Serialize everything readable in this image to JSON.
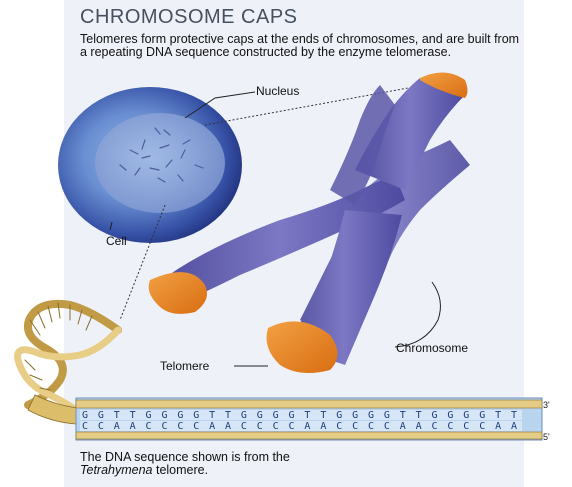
{
  "title": "CHROMOSOME CAPS",
  "subtitle": "Telomeres form protective caps at the ends of chromosomes, and are built from a repeating DNA sequence constructed by the enzyme telomerase.",
  "labels": {
    "nucleus": "Nucleus",
    "cell": "Cell",
    "chromosome": "Chromosome",
    "telomere": "Telomere"
  },
  "dna": {
    "top_strand": "GGTTGGGGTTGGGGTTGGGGTTGGGGTT",
    "bottom_strand": "CCAACCCCAACCCCAACCCCAACCCCAA",
    "top_end": "3'",
    "bottom_end": "5'"
  },
  "caption": {
    "line1": "The DNA sequence shown is from the",
    "species": "Tetrahymena",
    "line2_rest": " telomere."
  },
  "colors": {
    "chromosome": "#5e5cb0",
    "telomere_cap": "#e8801f",
    "cell_outer": "#2d4a9a",
    "dna_ribbon": "#d9b765",
    "sequence_box": "#b9d4ef"
  }
}
